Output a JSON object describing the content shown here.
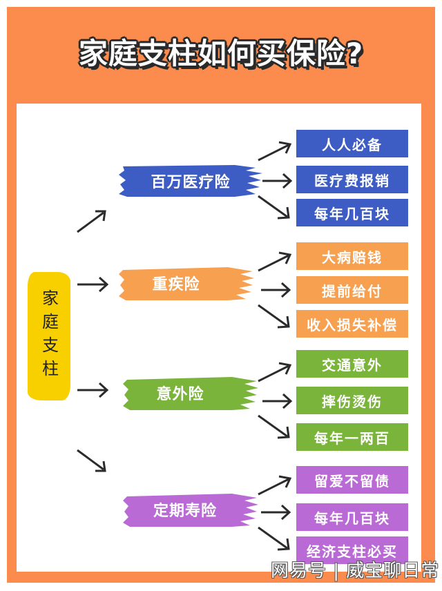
{
  "title": "家庭支柱如何买保险?",
  "root": {
    "label": "家庭支柱",
    "color": "#f8d000"
  },
  "colors": {
    "frame": "#fb8c4e",
    "panel": "#ffffff",
    "arrow": "#2b2b2b"
  },
  "branches": [
    {
      "label": "百万医疗险",
      "color": "#3d5dc4",
      "leaves": [
        "人人必备",
        "医疗费报销",
        "每年几百块"
      ]
    },
    {
      "label": "重疾险",
      "color": "#f7a04f",
      "leaves": [
        "大病赔钱",
        "提前给付",
        "收入损失补偿"
      ]
    },
    {
      "label": "意外险",
      "color": "#7ab43a",
      "leaves": [
        "交通意外",
        "摔伤烫伤",
        "每年一两百"
      ]
    },
    {
      "label": "定期寿险",
      "color": "#b96ad4",
      "leaves": [
        "留爱不留债",
        "每年几百块",
        "经济支柱必买"
      ]
    }
  ],
  "watermark": "网易号 | 威宝聊日常"
}
